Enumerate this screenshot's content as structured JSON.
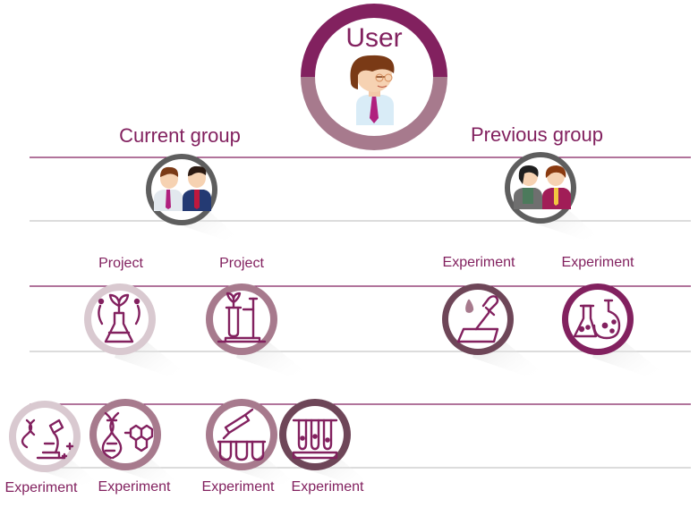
{
  "user": {
    "title": "User",
    "icon": "user-avatar-icon"
  },
  "groups": {
    "current": {
      "label": "Current group",
      "icon": "two-people-icon"
    },
    "previous": {
      "label": "Previous group",
      "icon": "two-people-icon"
    }
  },
  "current_projects": [
    {
      "label": "Project",
      "icon": "plant-flask-icon"
    },
    {
      "label": "Project",
      "icon": "test-tube-stand-icon"
    }
  ],
  "previous_experiments": [
    {
      "label": "Experiment",
      "icon": "dropper-icon"
    },
    {
      "label": "Experiment",
      "icon": "flasks-icon"
    }
  ],
  "bottom_experiments": [
    {
      "label": "Experiment",
      "icon": "microscope-dna-icon"
    },
    {
      "label": "Experiment",
      "icon": "dna-molecule-icon"
    },
    {
      "label": "Experiment",
      "icon": "pipette-tubes-icon"
    },
    {
      "label": "Experiment",
      "icon": "test-tube-rack-icon"
    }
  ],
  "colors": {
    "accent": "#82215f",
    "accent_light": "#a77a8d",
    "accent_pale": "#d9c9d0",
    "dark_ring": "#5a5a5a",
    "line": "#82215f",
    "line_light": "#c7c7c7"
  }
}
